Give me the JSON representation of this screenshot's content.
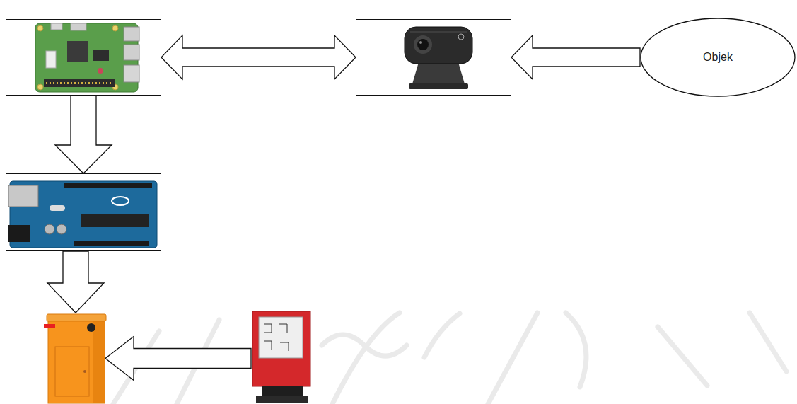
{
  "diagram": {
    "nodes": [
      {
        "text": []
      },
      {
        "text": []
      },
      {
        "text": [
          "Objek"
        ]
      },
      {
        "text": []
      },
      {
        "text": []
      },
      {
        "text": []
      }
    ],
    "edges": [
      {
        "from": 0,
        "to": 1,
        "arrow": "both"
      },
      {
        "from": 2,
        "to": 1,
        "arrow": "to"
      },
      {
        "from": 0,
        "to": 3,
        "arrow": "to"
      },
      {
        "from": 3,
        "to": 4,
        "arrow": "to"
      },
      {
        "from": 5,
        "to": 4,
        "arrow": "to"
      }
    ]
  }
}
